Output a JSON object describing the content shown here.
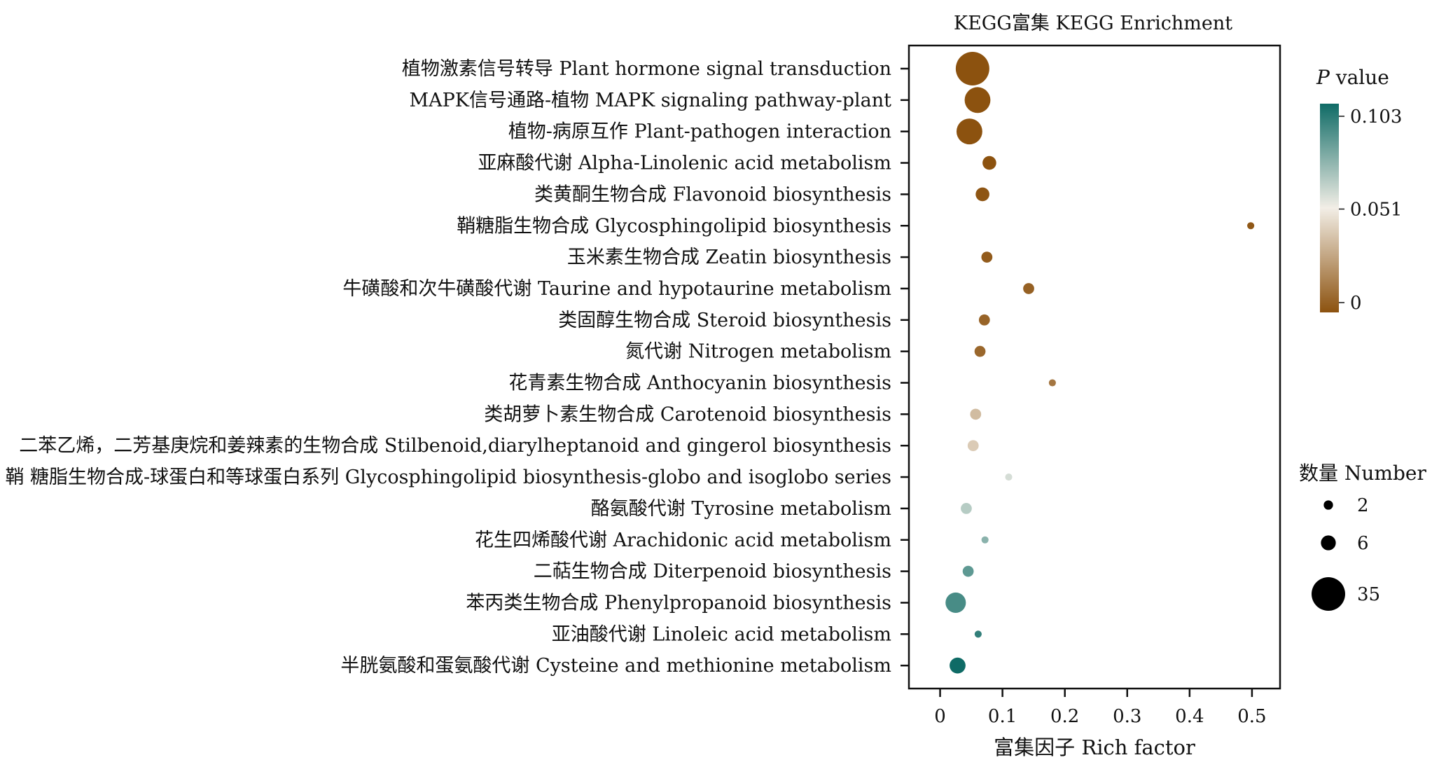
{
  "chart_data": {
    "type": "scatter",
    "title": "KEGG富集 KEGG Enrichment",
    "xlabel": "富集因子 Rich factor",
    "ylabel": "",
    "xlim": [
      -0.05,
      0.545
    ],
    "xticks": [
      0,
      0.1,
      0.2,
      0.3,
      0.4,
      0.5
    ],
    "xtick_labels": [
      "0",
      "0.1",
      "0.2",
      "0.3",
      "0.4",
      "0.5"
    ],
    "grid": false,
    "categories": [
      "植物激素信号转导 Plant hormone signal transduction",
      "MAPK信号通路-植物 MAPK signaling pathway-plant",
      "植物-病原互作 Plant-pathogen interaction",
      "亚麻酸代谢 Alpha-Linolenic acid metabolism",
      "类黄酮生物合成 Flavonoid biosynthesis",
      "鞘糖脂生物合成 Glycosphingolipid biosynthesis",
      "玉米素生物合成 Zeatin biosynthesis",
      "牛磺酸和次牛磺酸代谢 Taurine and hypotaurine metabolism",
      "类固醇生物合成 Steroid biosynthesis",
      "氮代谢 Nitrogen metabolism",
      "花青素生物合成 Anthocyanin biosynthesis",
      "类胡萝卜素生物合成 Carotenoid biosynthesis",
      "二苯乙烯，二芳基庚烷和姜辣素的生物合成 Stilbenoid,diarylheptanoid and gingerol biosynthesis",
      "鞘 糖脂生物合成-球蛋白和等球蛋白系列 Glycosphingolipid biosynthesis-globo and isoglobo series",
      "酪氨酸代谢 Tyrosine metabolism",
      "花生四烯酸代谢 Arachidonic acid metabolism",
      "二萜生物合成 Diterpenoid biosynthesis",
      "苯丙类生物合成 Phenylpropanoid biosynthesis",
      "亚油酸代谢 Linoleic acid metabolism",
      "半胱氨酸和蛋氨酸代谢 Cysteine and methionine metabolism"
    ],
    "rich_factor": [
      0.052,
      0.06,
      0.047,
      0.079,
      0.068,
      0.498,
      0.075,
      0.142,
      0.071,
      0.064,
      0.18,
      0.057,
      0.053,
      0.11,
      0.042,
      0.072,
      0.045,
      0.025,
      0.061,
      0.028
    ],
    "number": [
      35,
      20,
      20,
      5,
      5,
      1,
      3,
      3,
      3,
      3,
      1,
      3,
      3,
      1,
      3,
      1,
      3,
      12,
      1,
      7
    ],
    "p_value": [
      0.0,
      0.0,
      0.0,
      0.0,
      0.001,
      0.002,
      0.003,
      0.005,
      0.006,
      0.007,
      0.012,
      0.035,
      0.04,
      0.058,
      0.065,
      0.075,
      0.085,
      0.09,
      0.095,
      0.103
    ],
    "color_legend": {
      "title_italic": "P",
      "title_rest": " value",
      "min": 0,
      "max": 0.103,
      "tick_labels": [
        "0.103",
        "0.051",
        "0"
      ],
      "tick_values": [
        0.103,
        0.051,
        0
      ],
      "colors": [
        "#0f6b66",
        "#f2eee6",
        "#8c520f"
      ]
    },
    "size_legend": {
      "title": "数量 Number",
      "labels": [
        "2",
        "6",
        "35"
      ],
      "values": [
        2,
        6,
        35
      ]
    }
  }
}
